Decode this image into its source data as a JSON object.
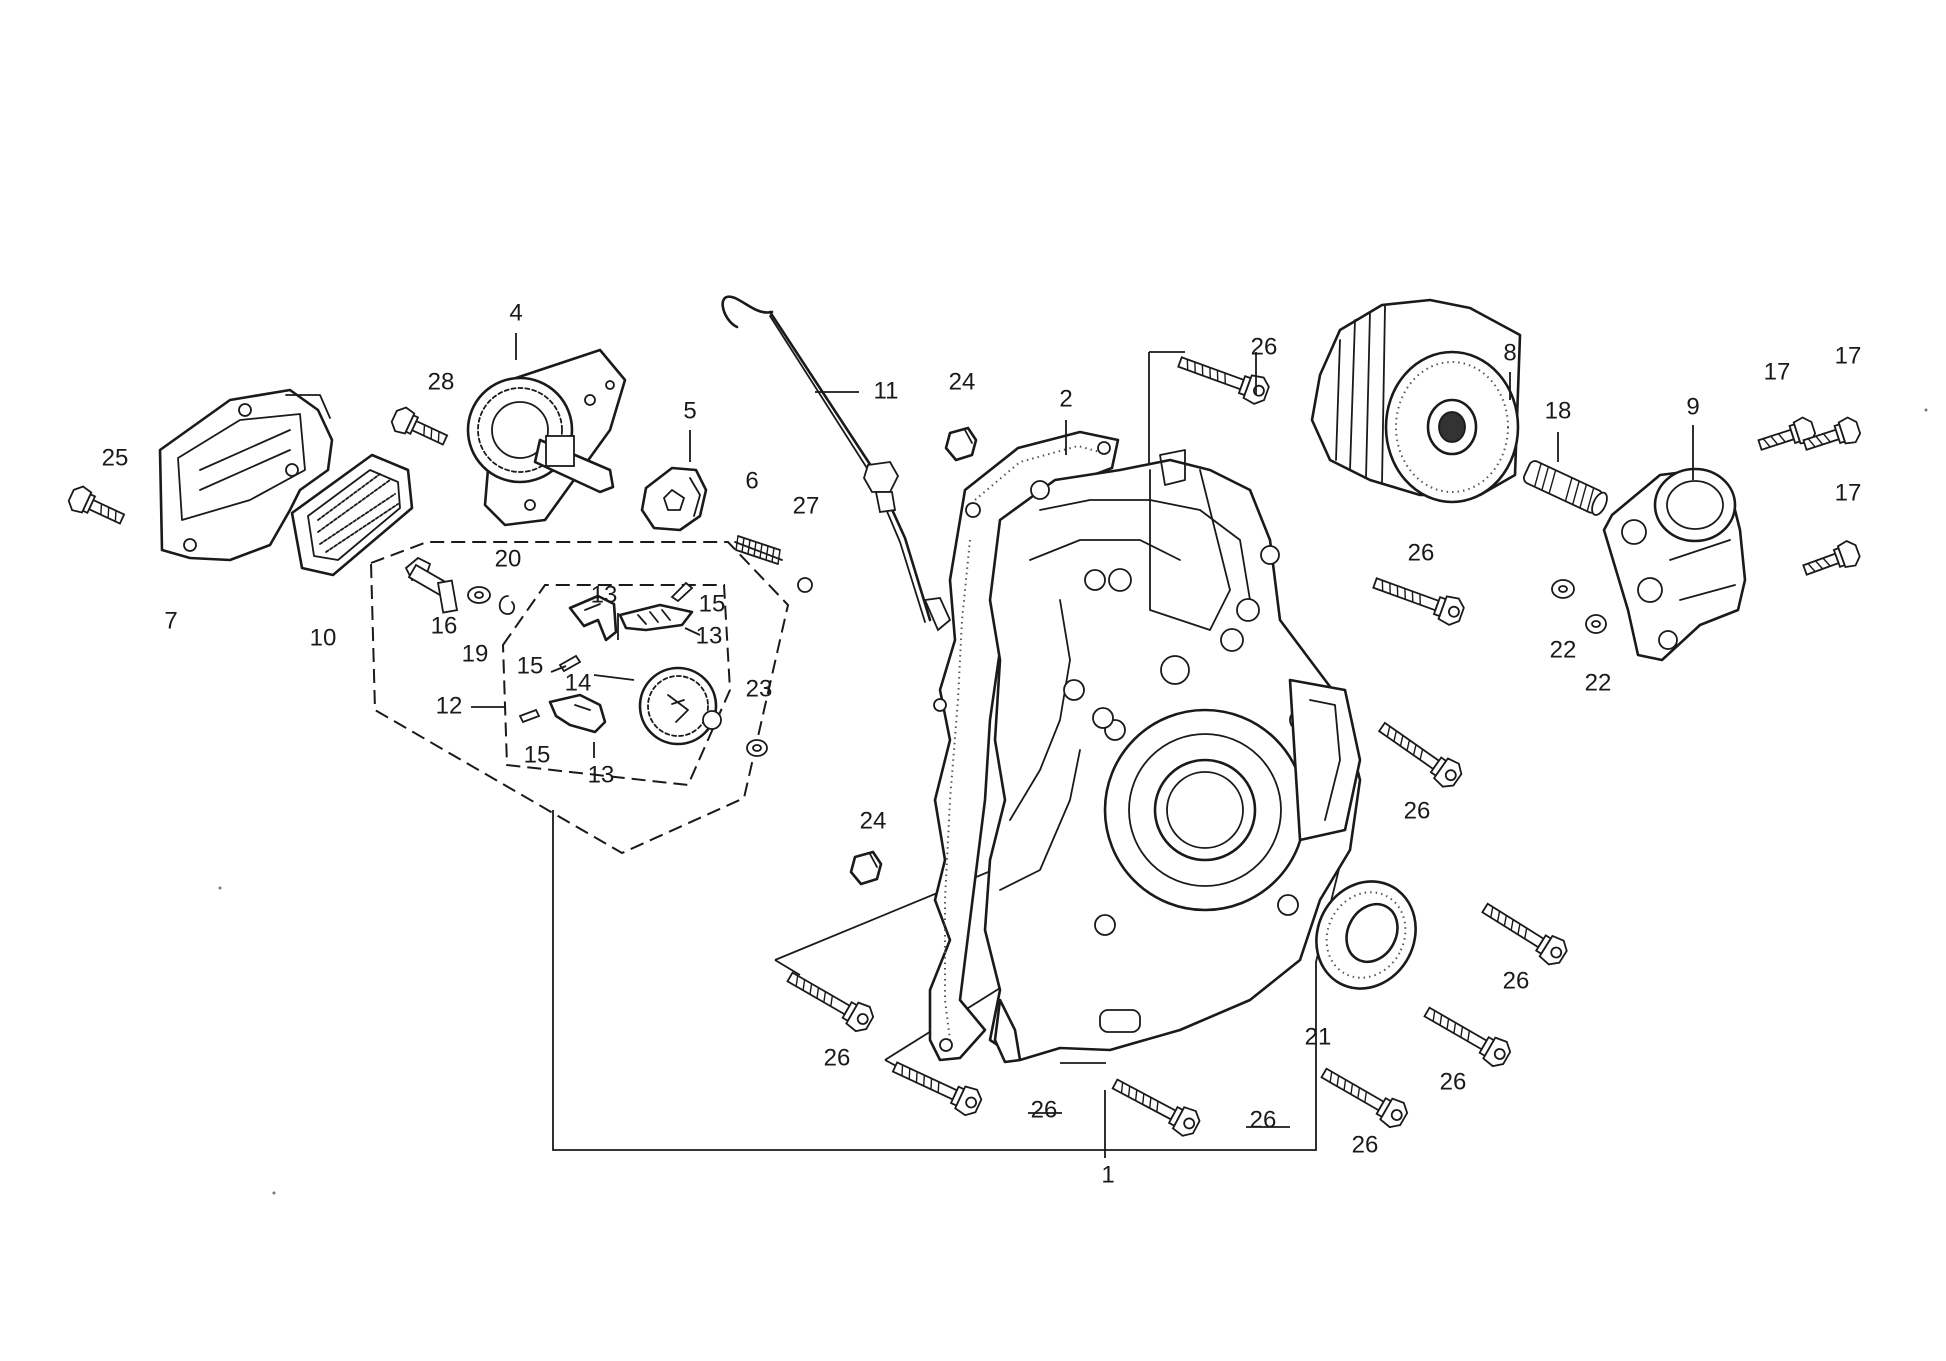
{
  "labels": {
    "p1": "1",
    "p2": "2",
    "p4": "4",
    "p5": "5",
    "p6": "6",
    "p7": "7",
    "p8": "8",
    "p9": "9",
    "p10": "10",
    "p11": "11",
    "p12": "12",
    "p13a": "13",
    "p13b": "13",
    "p13c": "13",
    "p14": "14",
    "p15a": "15",
    "p15b": "15",
    "p15c": "15",
    "p16": "16",
    "p17a": "17",
    "p17b": "17",
    "p17c": "17",
    "p18": "18",
    "p19": "19",
    "p20": "20",
    "p21": "21",
    "p22a": "22",
    "p22b": "22",
    "p23": "23",
    "p24a": "24",
    "p24b": "24",
    "p25": "25",
    "p26a": "26",
    "p26b": "26",
    "p26c": "26",
    "p26d": "26",
    "p26e": "26",
    "p26f": "26",
    "p26g": "26",
    "p26h": "26",
    "p26i": "26",
    "p27": "27",
    "p28": "28"
  }
}
